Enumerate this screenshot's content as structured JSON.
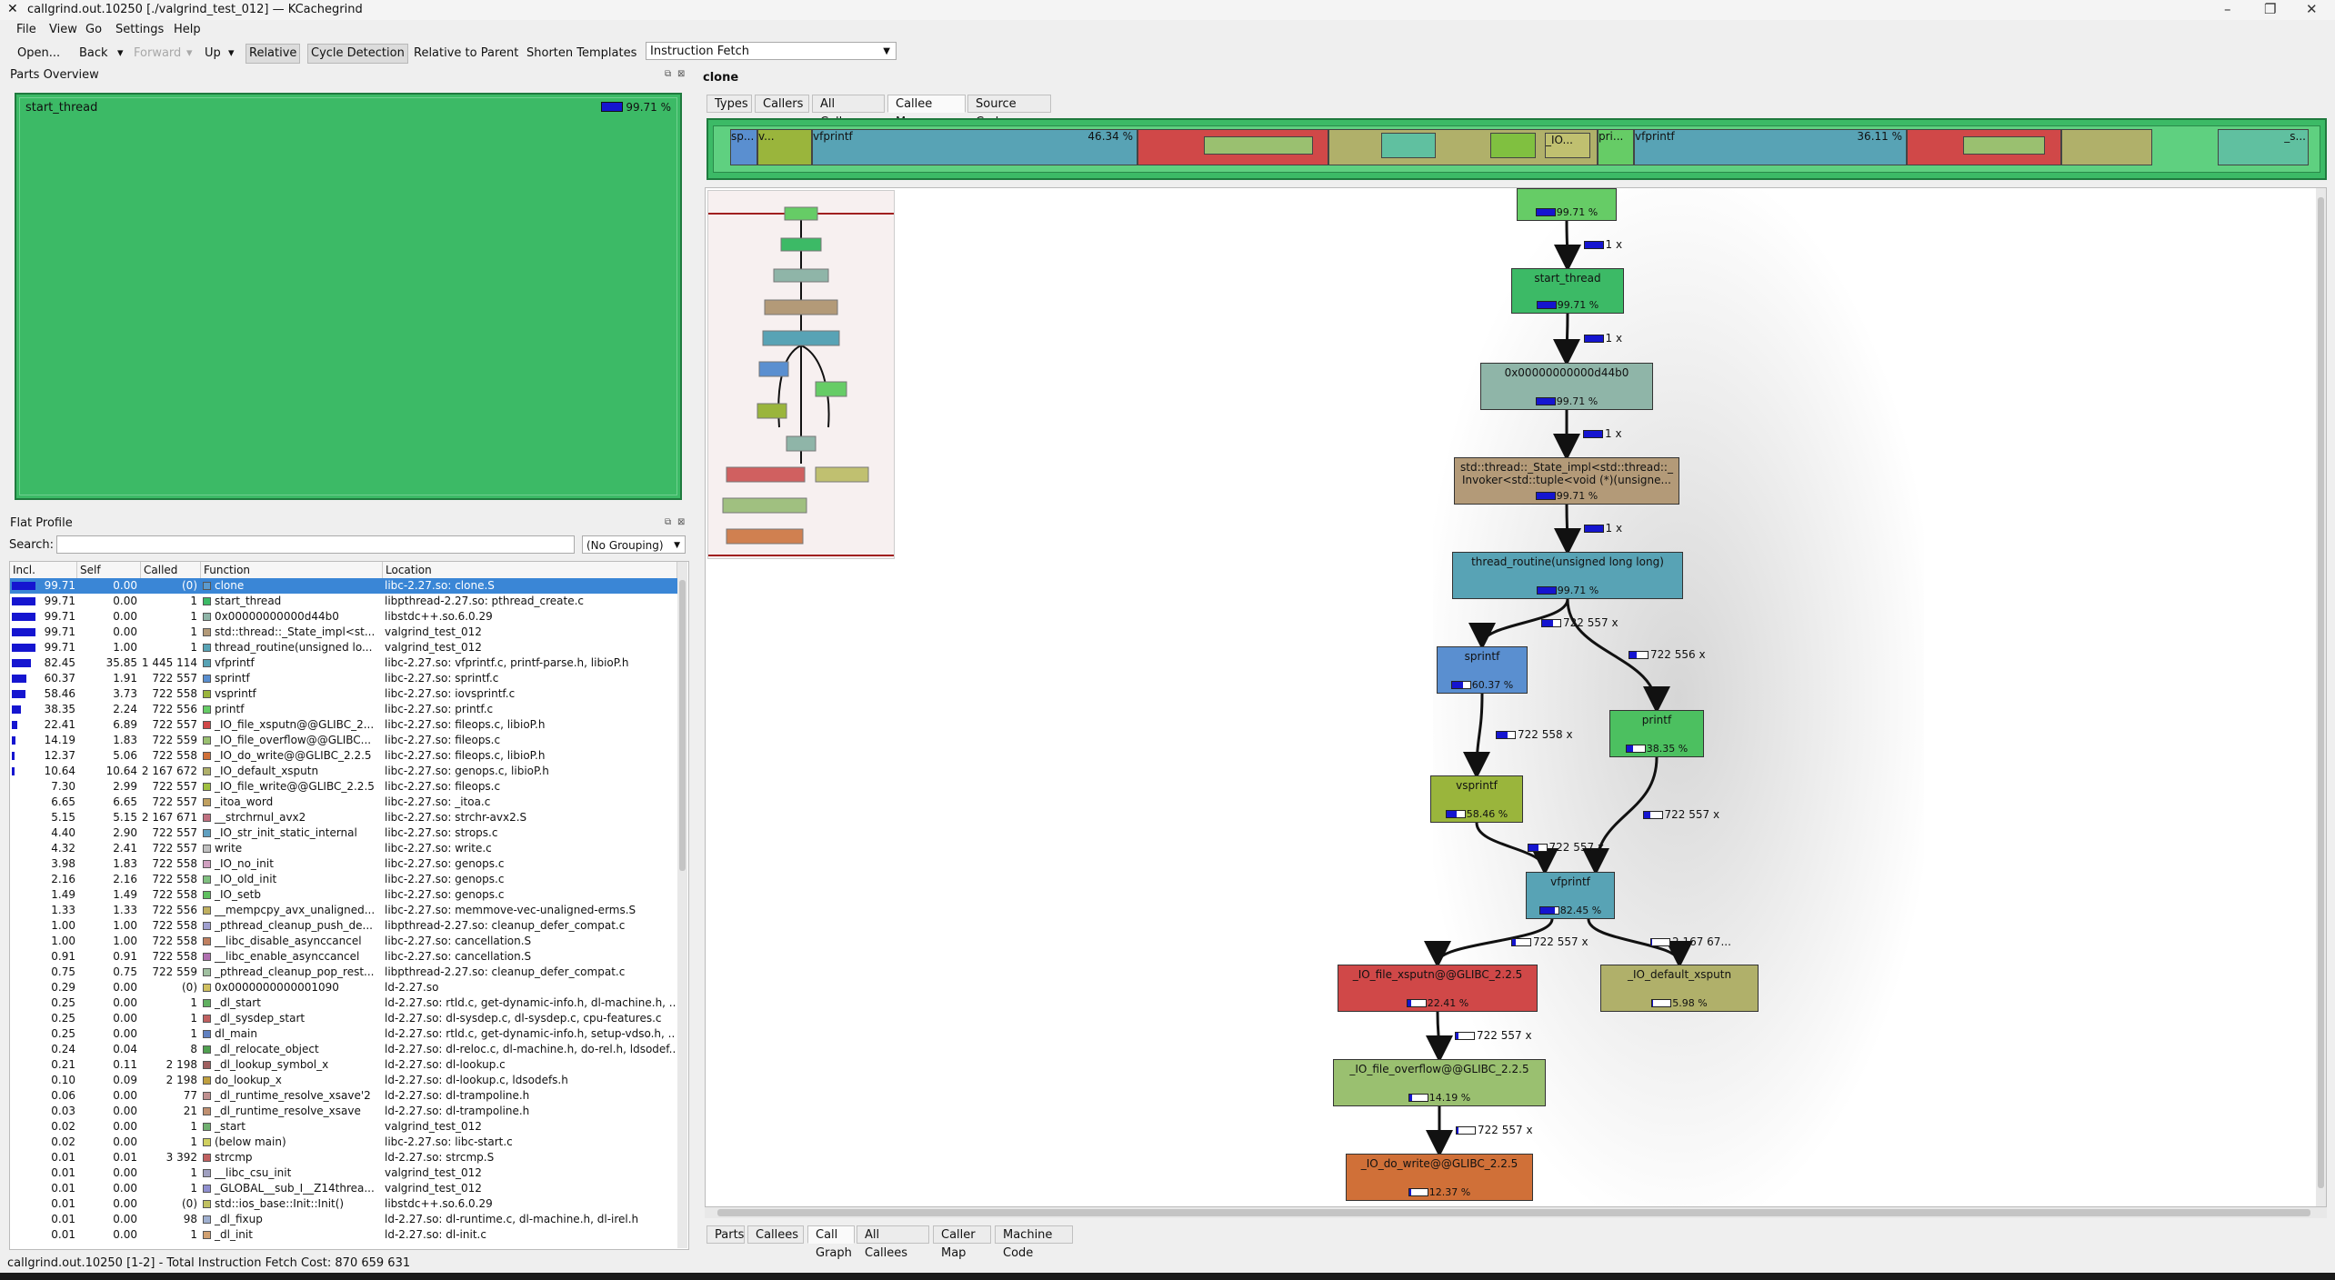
{
  "window": {
    "title": "callgrind.out.10250 [./valgrind_test_012] — KCachegrind"
  },
  "menu": {
    "file": "File",
    "view": "View",
    "go": "Go",
    "settings": "Settings",
    "help": "Help"
  },
  "toolbar": {
    "open": "Open...",
    "back": "Back",
    "forward": "Forward",
    "up": "Up",
    "relative": "Relative",
    "cycle": "Cycle Detection",
    "rel_parent": "Relative to Parent",
    "shorten": "Shorten Templates",
    "event": "Instruction Fetch"
  },
  "parts": {
    "title": "Parts Overview",
    "item": "start_thread",
    "pct": "99.71 %"
  },
  "flat": {
    "title": "Flat Profile",
    "search_label": "Search:",
    "grouping": "(No Grouping)",
    "headers": {
      "incl": "Incl.",
      "self": "Self",
      "called": "Called",
      "function": "Function",
      "location": "Location"
    },
    "rows": [
      {
        "incl": "99.71",
        "self": "0.00",
        "called": "(0)",
        "fn": "clone",
        "loc": "libc-2.27.so: clone.S",
        "color": "#5a9ad0",
        "bar": 99.71
      },
      {
        "incl": "99.71",
        "self": "0.00",
        "called": "1",
        "fn": "start_thread",
        "loc": "libpthread-2.27.so: pthread_create.c",
        "color": "#3cba66",
        "bar": 99.71
      },
      {
        "incl": "99.71",
        "self": "0.00",
        "called": "1",
        "fn": "0x00000000000d44b0",
        "loc": "libstdc++.so.6.0.29",
        "color": "#8fb5a8",
        "bar": 99.71
      },
      {
        "incl": "99.71",
        "self": "0.00",
        "called": "1",
        "fn": "std::thread::_State_impl<st...",
        "loc": "valgrind_test_012",
        "color": "#b39a78",
        "bar": 99.71
      },
      {
        "incl": "99.71",
        "self": "1.00",
        "called": "1",
        "fn": "thread_routine(unsigned lo...",
        "loc": "valgrind_test_012",
        "color": "#58a3b5",
        "bar": 99.71
      },
      {
        "incl": "82.45",
        "self": "35.85",
        "called": "1 445 114",
        "fn": "vfprintf",
        "loc": "libc-2.27.so: vfprintf.c, printf-parse.h, libioP.h",
        "color": "#58a3b5",
        "bar": 82.45
      },
      {
        "incl": "60.37",
        "self": "1.91",
        "called": "722 557",
        "fn": "sprintf",
        "loc": "libc-2.27.so: sprintf.c",
        "color": "#5a8fd0",
        "bar": 60.37
      },
      {
        "incl": "58.46",
        "self": "3.73",
        "called": "722 558",
        "fn": "vsprintf",
        "loc": "libc-2.27.so: iovsprintf.c",
        "color": "#9ab53c",
        "bar": 58.46
      },
      {
        "incl": "38.35",
        "self": "2.24",
        "called": "722 556",
        "fn": "printf",
        "loc": "libc-2.27.so: printf.c",
        "color": "#66cc66",
        "bar": 38.35
      },
      {
        "incl": "22.41",
        "self": "6.89",
        "called": "722 557",
        "fn": "_IO_file_xsputn@@GLIBC_2...",
        "loc": "libc-2.27.so: fileops.c, libioP.h",
        "color": "#d04848",
        "bar": 22.41
      },
      {
        "incl": "14.19",
        "self": "1.83",
        "called": "722 559",
        "fn": "_IO_file_overflow@@GLIBC...",
        "loc": "libc-2.27.so: fileops.c",
        "color": "#9ac070",
        "bar": 14.19
      },
      {
        "incl": "12.37",
        "self": "5.06",
        "called": "722 558",
        "fn": "_IO_do_write@@GLIBC_2.2.5",
        "loc": "libc-2.27.so: fileops.c, libioP.h",
        "color": "#d07038",
        "bar": 12.37
      },
      {
        "incl": "10.64",
        "self": "10.64",
        "called": "2 167 672",
        "fn": "_IO_default_xsputn",
        "loc": "libc-2.27.so: genops.c, libioP.h",
        "color": "#b0b06a",
        "bar": 10.64
      },
      {
        "incl": "7.30",
        "self": "2.99",
        "called": "722 557",
        "fn": "_IO_file_write@@GLIBC_2.2.5",
        "loc": "libc-2.27.so: fileops.c",
        "color": "#a0c040",
        "bar": 0
      },
      {
        "incl": "6.65",
        "self": "6.65",
        "called": "722 557",
        "fn": "_itoa_word",
        "loc": "libc-2.27.so: _itoa.c",
        "color": "#c0a060",
        "bar": 0
      },
      {
        "incl": "5.15",
        "self": "5.15",
        "called": "2 167 671",
        "fn": "__strchrnul_avx2",
        "loc": "libc-2.27.so: strchr-avx2.S",
        "color": "#c07080",
        "bar": 0
      },
      {
        "incl": "4.40",
        "self": "2.90",
        "called": "722 557",
        "fn": "_IO_str_init_static_internal",
        "loc": "libc-2.27.so: strops.c",
        "color": "#60a0c0",
        "bar": 0
      },
      {
        "incl": "4.32",
        "self": "2.41",
        "called": "722 557",
        "fn": "write",
        "loc": "libc-2.27.so: write.c",
        "color": "#c0c0c0",
        "bar": 0
      },
      {
        "incl": "3.98",
        "self": "1.83",
        "called": "722 558",
        "fn": "_IO_no_init",
        "loc": "libc-2.27.so: genops.c",
        "color": "#d0a0c0",
        "bar": 0
      },
      {
        "incl": "2.16",
        "self": "2.16",
        "called": "722 558",
        "fn": "_IO_old_init",
        "loc": "libc-2.27.so: genops.c",
        "color": "#80c080",
        "bar": 0
      },
      {
        "incl": "1.49",
        "self": "1.49",
        "called": "722 558",
        "fn": "_IO_setb",
        "loc": "libc-2.27.so: genops.c",
        "color": "#60c060",
        "bar": 0
      },
      {
        "incl": "1.33",
        "self": "1.33",
        "called": "722 556",
        "fn": "__mempcpy_avx_unaligned...",
        "loc": "libc-2.27.so: memmove-vec-unaligned-erms.S",
        "color": "#c0b060",
        "bar": 0
      },
      {
        "incl": "1.00",
        "self": "1.00",
        "called": "722 558",
        "fn": "_pthread_cleanup_push_de...",
        "loc": "libpthread-2.27.so: cleanup_defer_compat.c",
        "color": "#a0a0d0",
        "bar": 0
      },
      {
        "incl": "1.00",
        "self": "1.00",
        "called": "722 558",
        "fn": "__libc_disable_asynccancel",
        "loc": "libc-2.27.so: cancellation.S",
        "color": "#c08060",
        "bar": 0
      },
      {
        "incl": "0.91",
        "self": "0.91",
        "called": "722 558",
        "fn": "__libc_enable_asynccancel",
        "loc": "libc-2.27.so: cancellation.S",
        "color": "#b070b0",
        "bar": 0
      },
      {
        "incl": "0.75",
        "self": "0.75",
        "called": "722 559",
        "fn": "_pthread_cleanup_pop_rest...",
        "loc": "libpthread-2.27.so: cleanup_defer_compat.c",
        "color": "#a0c0a0",
        "bar": 0
      },
      {
        "incl": "0.29",
        "self": "0.00",
        "called": "(0)",
        "fn": "0x0000000000001090",
        "loc": "ld-2.27.so",
        "color": "#d0c060",
        "bar": 0
      },
      {
        "incl": "0.25",
        "self": "0.00",
        "called": "1",
        "fn": "_dl_start",
        "loc": "ld-2.27.so: rtld.c, get-dynamic-info.h, dl-machine.h, ...",
        "color": "#60b060",
        "bar": 0
      },
      {
        "incl": "0.25",
        "self": "0.00",
        "called": "1",
        "fn": "_dl_sysdep_start",
        "loc": "ld-2.27.so: dl-sysdep.c, dl-sysdep.c, cpu-features.c",
        "color": "#c06060",
        "bar": 0
      },
      {
        "incl": "0.25",
        "self": "0.00",
        "called": "1",
        "fn": "dl_main",
        "loc": "ld-2.27.so: rtld.c, get-dynamic-info.h, setup-vdso.h, ...",
        "color": "#6080c0",
        "bar": 0
      },
      {
        "incl": "0.24",
        "self": "0.04",
        "called": "8",
        "fn": "_dl_relocate_object",
        "loc": "ld-2.27.so: dl-reloc.c, dl-machine.h, do-rel.h, ldsodef...",
        "color": "#50a050",
        "bar": 0
      },
      {
        "incl": "0.21",
        "self": "0.11",
        "called": "2 198",
        "fn": "_dl_lookup_symbol_x",
        "loc": "ld-2.27.so: dl-lookup.c",
        "color": "#a06060",
        "bar": 0
      },
      {
        "incl": "0.10",
        "self": "0.09",
        "called": "2 198",
        "fn": "do_lookup_x",
        "loc": "ld-2.27.so: dl-lookup.c, ldsodefs.h",
        "color": "#c0a040",
        "bar": 0
      },
      {
        "incl": "0.06",
        "self": "0.00",
        "called": "77",
        "fn": "_dl_runtime_resolve_xsave'2",
        "loc": "ld-2.27.so: dl-trampoline.h",
        "color": "#c09090",
        "bar": 0
      },
      {
        "incl": "0.03",
        "self": "0.00",
        "called": "21",
        "fn": "_dl_runtime_resolve_xsave",
        "loc": "ld-2.27.so: dl-trampoline.h",
        "color": "#c09070",
        "bar": 0
      },
      {
        "incl": "0.02",
        "self": "0.00",
        "called": "1",
        "fn": "_start",
        "loc": "valgrind_test_012",
        "color": "#70b070",
        "bar": 0
      },
      {
        "incl": "0.02",
        "self": "0.00",
        "called": "1",
        "fn": "(below main)",
        "loc": "libc-2.27.so: libc-start.c",
        "color": "#d0d060",
        "bar": 0
      },
      {
        "incl": "0.01",
        "self": "0.01",
        "called": "3 392",
        "fn": "strcmp",
        "loc": "ld-2.27.so: strcmp.S",
        "color": "#c06060",
        "bar": 0
      },
      {
        "incl": "0.01",
        "self": "0.00",
        "called": "1",
        "fn": "__libc_csu_init",
        "loc": "valgrind_test_012",
        "color": "#a0a0c0",
        "bar": 0
      },
      {
        "incl": "0.01",
        "self": "0.00",
        "called": "1",
        "fn": "_GLOBAL__sub_I__Z14threa...",
        "loc": "valgrind_test_012",
        "color": "#9090d0",
        "bar": 0
      },
      {
        "incl": "0.01",
        "self": "0.00",
        "called": "(0)",
        "fn": "std::ios_base::Init::Init()",
        "loc": "libstdc++.so.6.0.29",
        "color": "#c0c060",
        "bar": 0
      },
      {
        "incl": "0.01",
        "self": "0.00",
        "called": "98",
        "fn": "_dl_fixup",
        "loc": "ld-2.27.so: dl-runtime.c, dl-machine.h, dl-irel.h",
        "color": "#a0b0d0",
        "bar": 0
      },
      {
        "incl": "0.01",
        "self": "0.00",
        "called": "1",
        "fn": "_dl_init",
        "loc": "ld-2.27.so: dl-init.c",
        "color": "#d0a070",
        "bar": 0
      }
    ]
  },
  "right": {
    "function_name": "clone",
    "top_tabs": [
      "Types",
      "Callers",
      "All Callers",
      "Callee Map",
      "Source Code"
    ],
    "active_top_tab": "Callee Map",
    "bottom_tabs": [
      "Parts",
      "Callees",
      "Call Graph",
      "All Callees",
      "Caller Map",
      "Machine Code"
    ],
    "active_bottom_tab": "Call Graph",
    "callee_map": {
      "sp": "sp...",
      "v": "v...",
      "vfprintf1": "vfprintf",
      "pct1": "46.34 %",
      "pri": "pri...",
      "vfprintf2": "vfprintf",
      "pct2": "36.11 %",
      "io": "_IO...",
      "s": "_s..."
    }
  },
  "graph": {
    "nodes": [
      {
        "id": "clone",
        "label": "",
        "pct": "99.71 %",
        "fill": 99.71,
        "color": "#66cc66"
      },
      {
        "id": "start_thread",
        "label": "start_thread",
        "pct": "99.71 %",
        "fill": 99.71,
        "color": "#3cba66"
      },
      {
        "id": "d44b0",
        "label": "0x00000000000d44b0",
        "pct": "99.71 %",
        "fill": 99.71,
        "color": "#8fb5a8"
      },
      {
        "id": "state",
        "label": "std::thread::_State_impl<std::thread::_",
        "label2": "Invoker<std::tuple<void (*)(unsigne...",
        "pct": "99.71 %",
        "fill": 99.71,
        "color": "#b39a78"
      },
      {
        "id": "thread_routine",
        "label": "thread_routine(unsigned long long)",
        "pct": "99.71 %",
        "fill": 99.71,
        "color": "#58a3b5"
      },
      {
        "id": "sprintf",
        "label": "sprintf",
        "pct": "60.37 %",
        "fill": 60.37,
        "color": "#5a8fd0"
      },
      {
        "id": "printf",
        "label": "printf",
        "pct": "38.35 %",
        "fill": 38.35,
        "color": "#4cc060"
      },
      {
        "id": "vsprintf",
        "label": "vsprintf",
        "pct": "58.46 %",
        "fill": 58.46,
        "color": "#9ab53c"
      },
      {
        "id": "vfprintf",
        "label": "vfprintf",
        "pct": "82.45 %",
        "fill": 82.45,
        "color": "#58a3b5"
      },
      {
        "id": "xsputn",
        "label": "_IO_file_xsputn@@GLIBC_2.2.5",
        "pct": "22.41 %",
        "fill": 22.41,
        "color": "#d04848"
      },
      {
        "id": "default_xsputn",
        "label": "_IO_default_xsputn",
        "pct": "5.98 %",
        "fill": 5.98,
        "color": "#b0b06a"
      },
      {
        "id": "overflow",
        "label": "_IO_file_overflow@@GLIBC_2.2.5",
        "pct": "14.19 %",
        "fill": 14.19,
        "color": "#9ac070"
      },
      {
        "id": "do_write",
        "label": "_IO_do_write@@GLIBC_2.2.5",
        "pct": "12.37 %",
        "fill": 12.37,
        "color": "#d07038"
      }
    ],
    "edges": [
      {
        "label": "1 x",
        "fill": 100
      },
      {
        "label": "1 x",
        "fill": 100
      },
      {
        "label": "1 x",
        "fill": 100
      },
      {
        "label": "1 x",
        "fill": 100
      },
      {
        "label": "722 557 x",
        "fill": 60
      },
      {
        "label": "722 556 x",
        "fill": 38
      },
      {
        "label": "722 558 x",
        "fill": 58
      },
      {
        "label": "722 557 x",
        "fill": 58
      },
      {
        "label": "722 557 x",
        "fill": 38
      },
      {
        "label": "722 557 x",
        "fill": 22
      },
      {
        "label": "2 167 67...",
        "fill": 6
      },
      {
        "label": "722 557 x",
        "fill": 14
      },
      {
        "label": "722 557 x",
        "fill": 12
      }
    ]
  },
  "status": {
    "text": "callgrind.out.10250 [1-2] - Total Instruction Fetch Cost: 870 659 631"
  }
}
